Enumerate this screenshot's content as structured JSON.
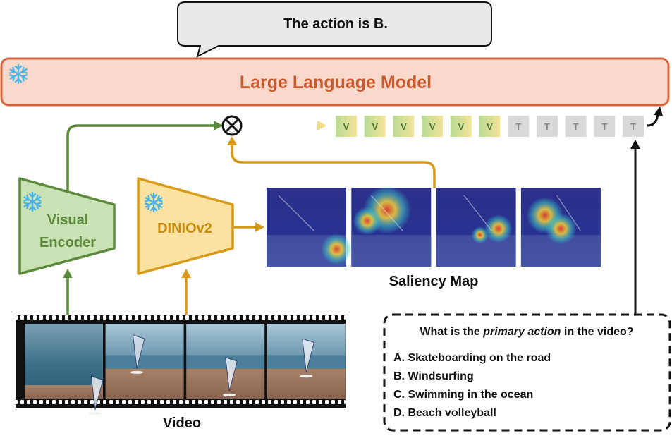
{
  "speech_bubble": {
    "text": "The action is B."
  },
  "llm": {
    "label": "Large Language Model",
    "frozen_icon": "snowflake-icon"
  },
  "tokens": {
    "visual": [
      "V",
      "V",
      "V",
      "V",
      "V",
      "V"
    ],
    "text": [
      "T",
      "T",
      "T",
      "T",
      "T"
    ]
  },
  "visual_encoder": {
    "line1": "Visual",
    "line2": "Encoder",
    "frozen_icon": "snowflake-icon"
  },
  "dino": {
    "label": "DINIOv2",
    "frozen_icon": "snowflake-icon"
  },
  "saliency": {
    "label": "Saliency Map",
    "frame_count": 4
  },
  "video": {
    "label": "Video",
    "frame_count": 4
  },
  "question": {
    "prefix": "What is the ",
    "emphasis": "primary action",
    "suffix": " in the video?",
    "options": [
      "A. Skateboarding on the road",
      "B. Windsurfing",
      "C. Swimming in the ocean",
      "D. Beach volleyball"
    ]
  },
  "colors": {
    "llm_fill": "#f9d9cc",
    "llm_stroke": "#d4623a",
    "llm_text": "#c85a2e",
    "encoder_fill": "#c9e2b3",
    "encoder_stroke": "#5b8a3c",
    "encoder_text": "#5b8a3c",
    "dino_fill": "#fbe2a0",
    "dino_stroke": "#d89a1a",
    "dino_text": "#c98b10",
    "snowflake": "#4ab3e6",
    "token_text_fill": "#d9d9d9"
  }
}
